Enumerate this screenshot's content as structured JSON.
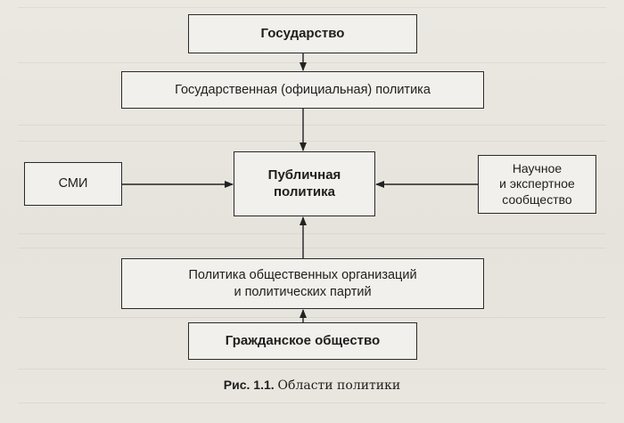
{
  "diagram": {
    "nodes": {
      "state": "Государство",
      "state_policy": "Государственная (официальная) политика",
      "public_policy": [
        "Публичная",
        "политика"
      ],
      "media": "СМИ",
      "expert_community": [
        "Научное",
        "и экспертное",
        "сообщество"
      ],
      "public_org_policy": [
        "Политика общественных организаций",
        "и политических партий"
      ],
      "civil_society": "Гражданское общество"
    },
    "edges": [
      {
        "from": "state",
        "to": "state_policy"
      },
      {
        "from": "state_policy",
        "to": "public_policy"
      },
      {
        "from": "media",
        "to": "public_policy"
      },
      {
        "from": "expert_community",
        "to": "public_policy"
      },
      {
        "from": "public_org_policy",
        "to": "public_policy"
      },
      {
        "from": "civil_society",
        "to": "public_org_policy"
      }
    ],
    "caption": {
      "label": "Рис. 1.1.",
      "text": "Области политики"
    }
  }
}
